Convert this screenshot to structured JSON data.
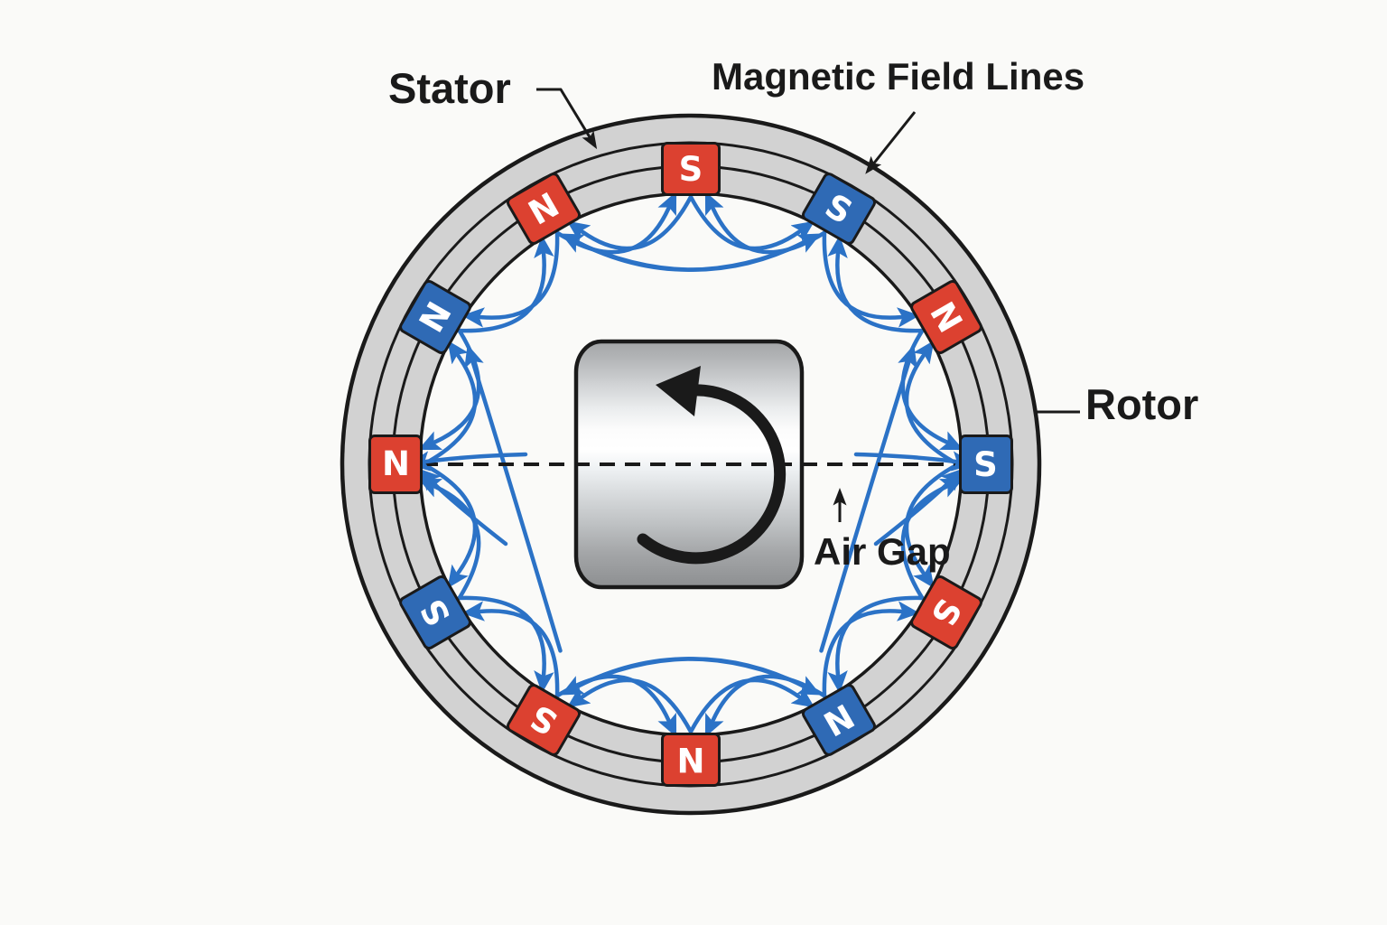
{
  "labels": {
    "stator": "Stator",
    "magnetic_field_lines": "Magnetic Field Lines",
    "rotor": "Rotor",
    "air_gap": "Air Gap"
  },
  "magnets": [
    {
      "clock": 12,
      "pole": "S",
      "color": "red"
    },
    {
      "clock": 1,
      "pole": "S",
      "color": "blue"
    },
    {
      "clock": 2,
      "pole": "N",
      "color": "red"
    },
    {
      "clock": 3,
      "pole": "S",
      "color": "blue"
    },
    {
      "clock": 4,
      "pole": "S",
      "color": "red"
    },
    {
      "clock": 5,
      "pole": "N",
      "color": "blue"
    },
    {
      "clock": 6,
      "pole": "N",
      "color": "red"
    },
    {
      "clock": 7,
      "pole": "S",
      "color": "red"
    },
    {
      "clock": 8,
      "pole": "S",
      "color": "blue"
    },
    {
      "clock": 9,
      "pole": "N",
      "color": "red"
    },
    {
      "clock": 10,
      "pole": "N",
      "color": "blue"
    },
    {
      "clock": 11,
      "pole": "N",
      "color": "red"
    }
  ],
  "rotation_direction": "counterclockwise",
  "colors": {
    "magnet_red": "#dc4130",
    "magnet_blue": "#2f6ab5",
    "field_line_blue": "#2b72c6",
    "ring_gray": "#d2d2d2",
    "outline_black": "#1a1a1a",
    "background": "#fafaf8",
    "pole_letter": "#ffffff"
  }
}
